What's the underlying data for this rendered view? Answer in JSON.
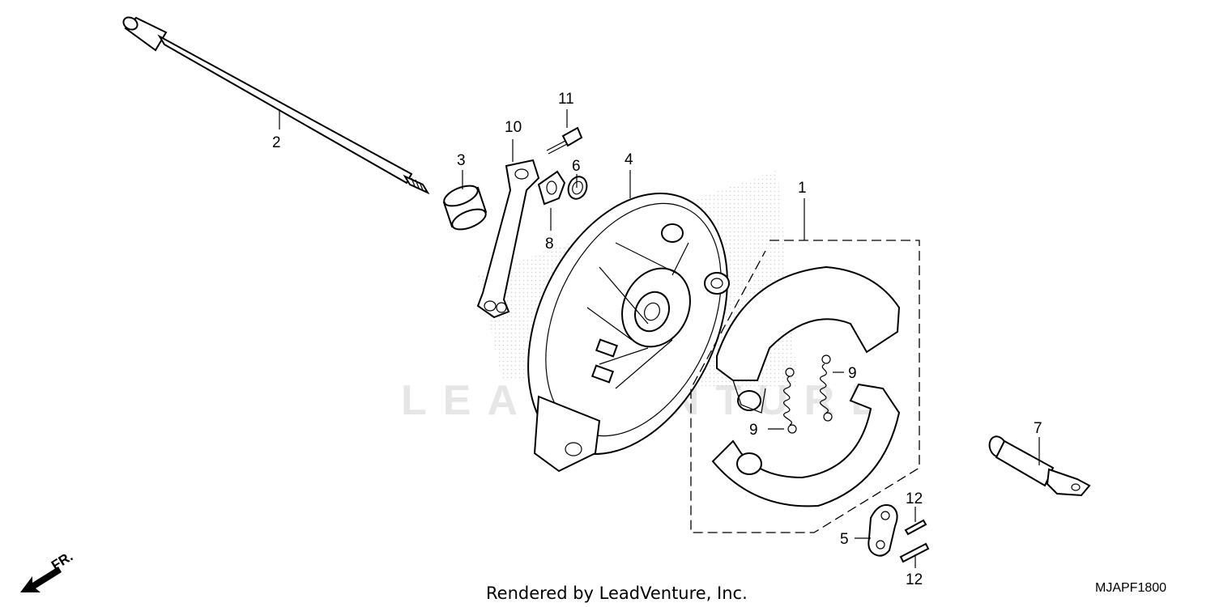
{
  "watermark": "LEADVENTURE",
  "footer": {
    "rendered_by": "Rendered by LeadVenture, Inc.",
    "diagram_code": "MJAPF1800"
  },
  "direction_label": "FR.",
  "callouts": {
    "c1": "1",
    "c2": "2",
    "c3": "3",
    "c4": "4",
    "c5": "5",
    "c6": "6",
    "c7": "7",
    "c8": "8",
    "c9a": "9",
    "c9b": "9",
    "c10": "10",
    "c11": "11",
    "c12a": "12",
    "c12b": "12"
  },
  "parts": [
    {
      "ref": "1",
      "name": "brake-shoe-set"
    },
    {
      "ref": "2",
      "name": "axle"
    },
    {
      "ref": "3",
      "name": "collar"
    },
    {
      "ref": "4",
      "name": "brake-panel"
    },
    {
      "ref": "5",
      "name": "plate"
    },
    {
      "ref": "6",
      "name": "seal"
    },
    {
      "ref": "7",
      "name": "brake-cam"
    },
    {
      "ref": "8",
      "name": "indicator-plate"
    },
    {
      "ref": "9",
      "name": "spring"
    },
    {
      "ref": "10",
      "name": "brake-arm"
    },
    {
      "ref": "11",
      "name": "bolt"
    },
    {
      "ref": "12",
      "name": "cotter-pin"
    }
  ]
}
